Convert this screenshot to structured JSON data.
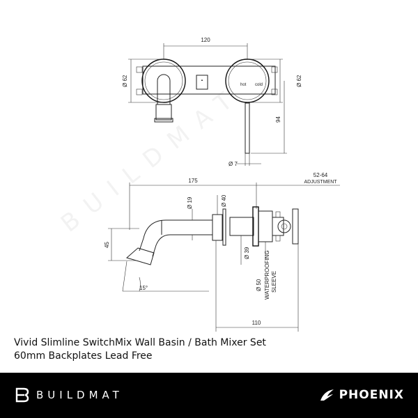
{
  "product": {
    "title_line1": "Vivid Slimline SwitchMix Wall Basin / Bath Mixer Set",
    "title_line2": "60mm Backplates Lead Free"
  },
  "brands": {
    "left": "BUILDMAT",
    "right": "PHOENIX",
    "watermark": "BUILDMAT"
  },
  "dimensions": {
    "d120": "120",
    "dia62_left": "Ø 62",
    "dia62_right": "Ø 62",
    "d94": "94",
    "dia7": "Ø 7",
    "adjustment_range": "52-64",
    "adjustment_label": "ADJUSTMENT",
    "d175": "175",
    "dia19": "Ø 19",
    "dia40": "Ø 40",
    "d45": "45",
    "dia39": "Ø 39",
    "dia50": "Ø 50",
    "waterproofing": "WATERPROOFING",
    "sleeve": "SLEEVE",
    "angle15": "15°",
    "d110": "110"
  },
  "valve_labels": {
    "hot": "hot",
    "cold": "cold"
  }
}
